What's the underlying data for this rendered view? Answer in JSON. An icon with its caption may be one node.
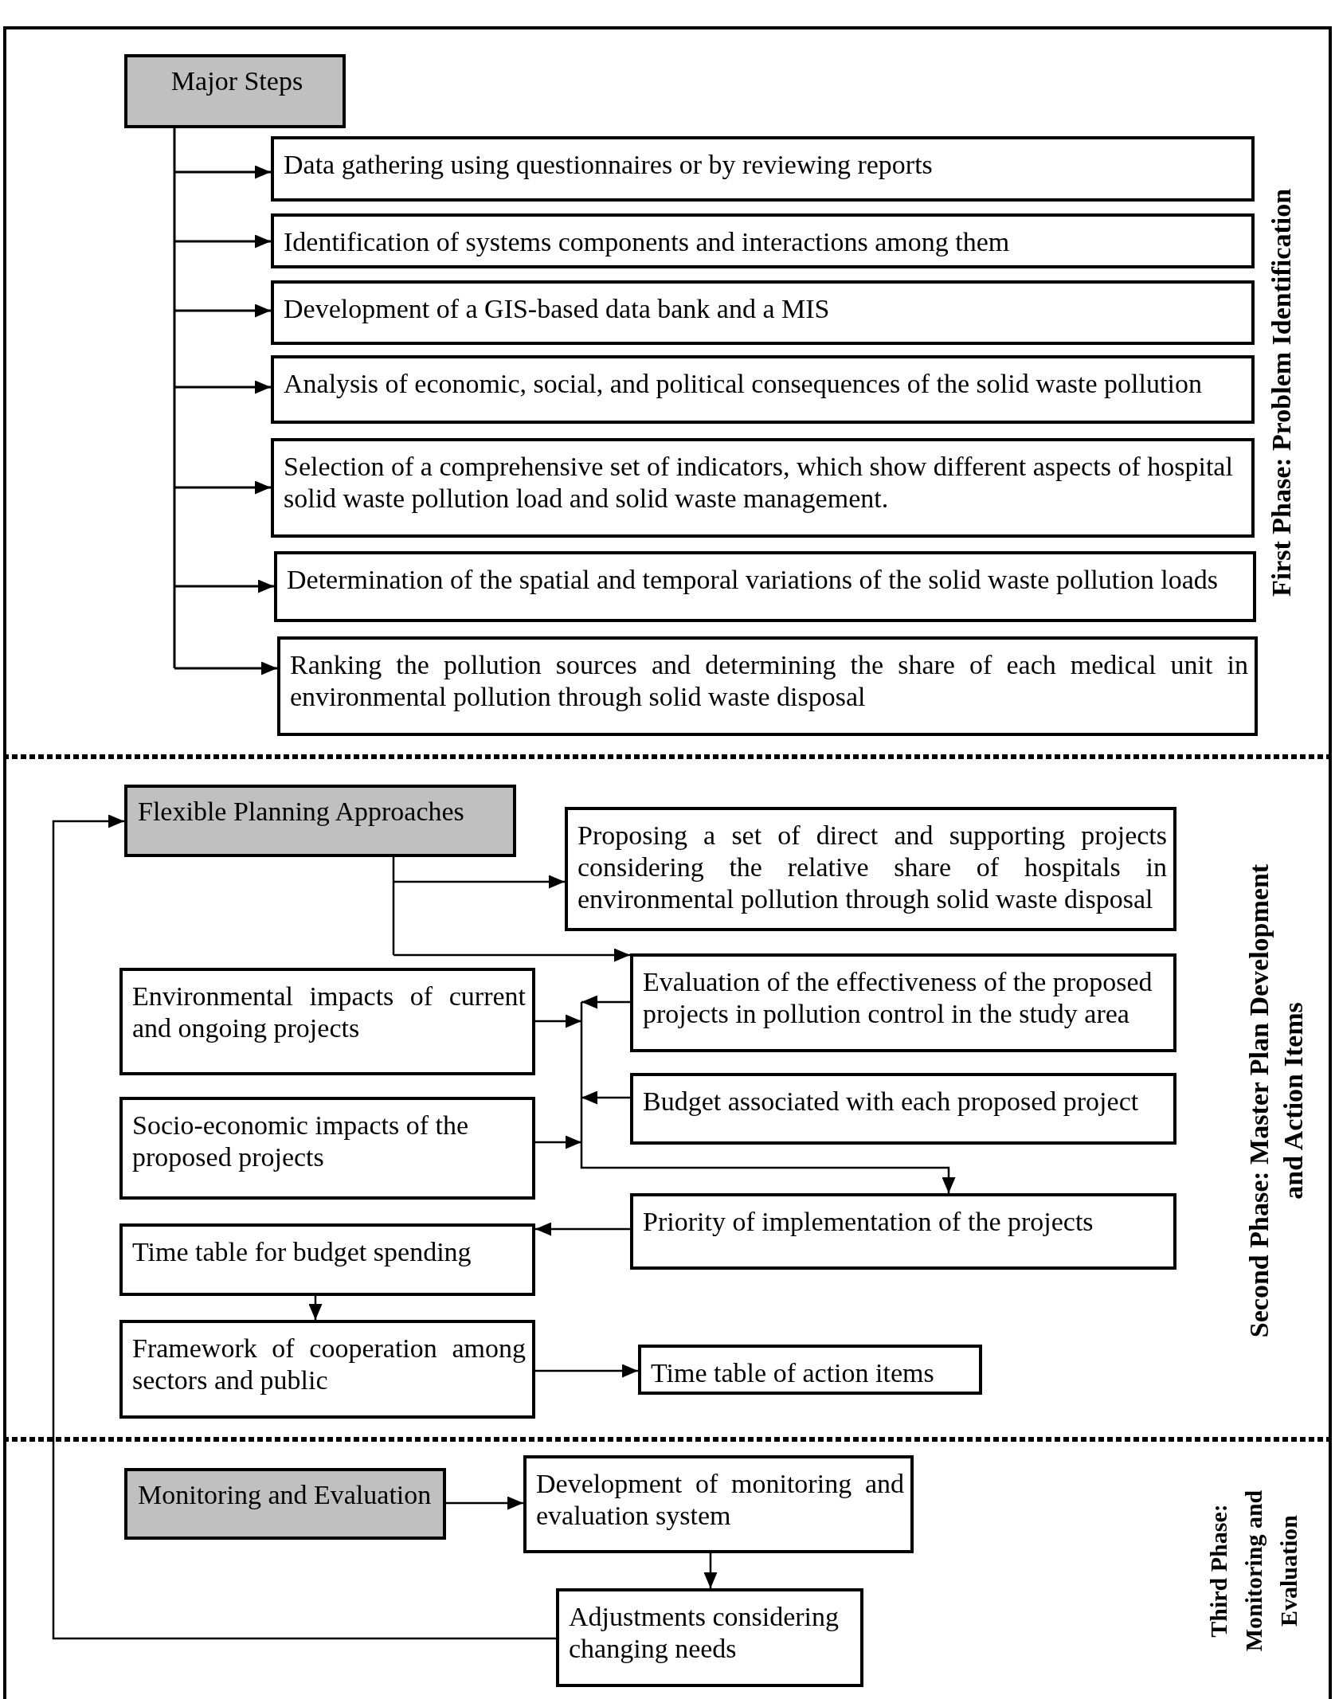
{
  "diagram": {
    "nodes": [
      {
        "text": [
          "First Phase: Problem Identification"
        ]
      },
      {
        "text": [
          "Major Steps"
        ],
        "in": 0
      },
      {
        "text": [
          "Data gathering using questionnaires or by reviewing reports"
        ],
        "in": 0
      },
      {
        "text": [
          "Identification of systems components and interactions among them"
        ],
        "in": 0
      },
      {
        "text": [
          "Development of a GIS-based data bank and a MIS"
        ],
        "in": 0
      },
      {
        "text": [
          "Analysis of economic, social, and political consequences of the solid waste pollution"
        ],
        "in": 0
      },
      {
        "text": [
          "Selection of a comprehensive set of indicators, which show different aspects of hospital solid waste pollution load and solid waste management."
        ],
        "in": 0
      },
      {
        "text": [
          "Determination of the spatial and temporal variations of the solid waste pollution loads"
        ],
        "in": 0
      },
      {
        "text": [
          "Ranking the pollution sources and determining the share of each medical unit in environmental pollution through solid waste disposal"
        ],
        "in": 0
      },
      {
        "text": [
          "Second Phase: Master Plan Development and Action Items"
        ]
      },
      {
        "text": [
          "Flexible Planning Approaches"
        ],
        "in": 9
      },
      {
        "text": [
          "Proposing a set of direct and supporting projects considering the relative share of hospitals in environmental pollution through solid waste disposal"
        ],
        "in": 9
      },
      {
        "text": [
          "Environmental impacts of current and ongoing projects"
        ],
        "in": 9
      },
      {
        "text": [
          "Evaluation of the effectiveness of the proposed projects in pollution control in the study area"
        ],
        "in": 9
      },
      {
        "text": [
          "Socio-economic impacts of the proposed projects"
        ],
        "in": 9
      },
      {
        "text": [
          "Budget associated with each proposed project"
        ],
        "in": 9
      },
      {
        "text": [
          "Time table for budget spending"
        ],
        "in": 9
      },
      {
        "text": [
          "Priority of implementation of the projects"
        ],
        "in": 9
      },
      {
        "text": [
          "Framework of cooperation among sectors and public"
        ],
        "in": 9
      },
      {
        "text": [
          "Time table of action items"
        ],
        "in": 9
      },
      {
        "text": [
          "Third Phase: Monitoring and Evaluation"
        ]
      },
      {
        "text": [
          "Monitoring and Evaluation"
        ],
        "in": 20
      },
      {
        "text": [
          "Development of monitoring and evaluation system"
        ],
        "in": 20
      },
      {
        "text": [
          "Adjustments considering changing needs"
        ],
        "in": 20
      }
    ],
    "edges": [
      {
        "from": 1,
        "to": 2,
        "arrow": "to"
      },
      {
        "from": 1,
        "to": 3,
        "arrow": "to"
      },
      {
        "from": 1,
        "to": 4,
        "arrow": "to"
      },
      {
        "from": 1,
        "to": 5,
        "arrow": "to"
      },
      {
        "from": 1,
        "to": 6,
        "arrow": "to"
      },
      {
        "from": 1,
        "to": 7,
        "arrow": "to"
      },
      {
        "from": 1,
        "to": 8,
        "arrow": "to"
      },
      {
        "from": 10,
        "to": 11,
        "arrow": "to"
      },
      {
        "from": 10,
        "to": 13,
        "arrow": "to"
      },
      {
        "from": 12,
        "to": 17,
        "arrow": "to"
      },
      {
        "from": 13,
        "to": 17,
        "arrow": "to"
      },
      {
        "from": 14,
        "to": 17,
        "arrow": "to"
      },
      {
        "from": 15,
        "to": 17,
        "arrow": "to"
      },
      {
        "from": 17,
        "to": 16,
        "arrow": "to"
      },
      {
        "from": 16,
        "to": 18,
        "arrow": "to"
      },
      {
        "from": 18,
        "to": 19,
        "arrow": "to"
      },
      {
        "from": 21,
        "to": 22,
        "arrow": "to"
      },
      {
        "from": 22,
        "to": 23,
        "arrow": "to"
      },
      {
        "from": 23,
        "to": 10,
        "arrow": "to"
      }
    ]
  }
}
